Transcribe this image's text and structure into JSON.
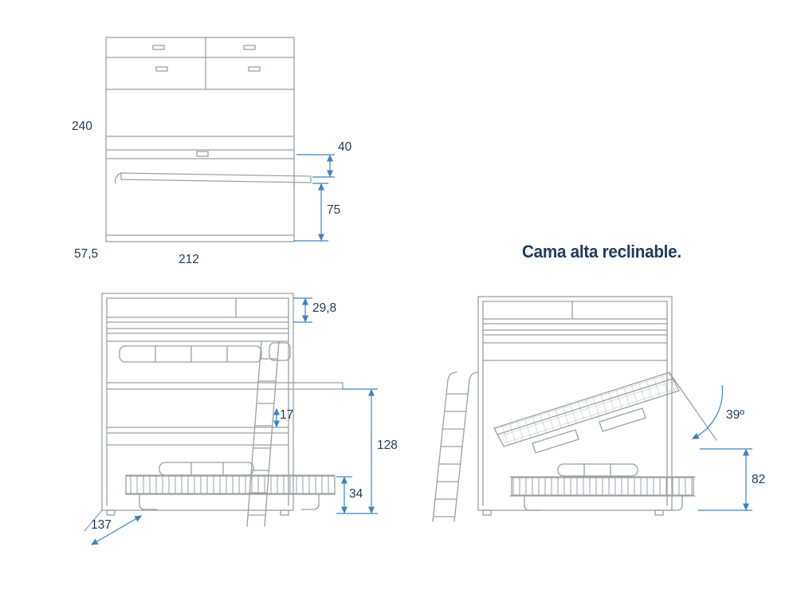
{
  "title": "Cama alta reclinable.",
  "colors": {
    "line": "#9aa0a6",
    "dimension_text": "#1d3a5c",
    "arrow": "#3f82c4"
  },
  "views": {
    "closed": {
      "name": "closed-cabinet-front-view",
      "height": "240",
      "depth": "57,5",
      "width": "212",
      "desk_gap": "40",
      "desk_height": "75"
    },
    "open": {
      "name": "open-bunk-beds-view",
      "top_compartment": "29,8",
      "shelf_gap": "17",
      "upper_bed_height": "128",
      "lower_bed_height": "34",
      "depth": "137"
    },
    "reclined": {
      "name": "reclining-upper-bed-view",
      "angle": "39º",
      "front_height": "82"
    }
  }
}
